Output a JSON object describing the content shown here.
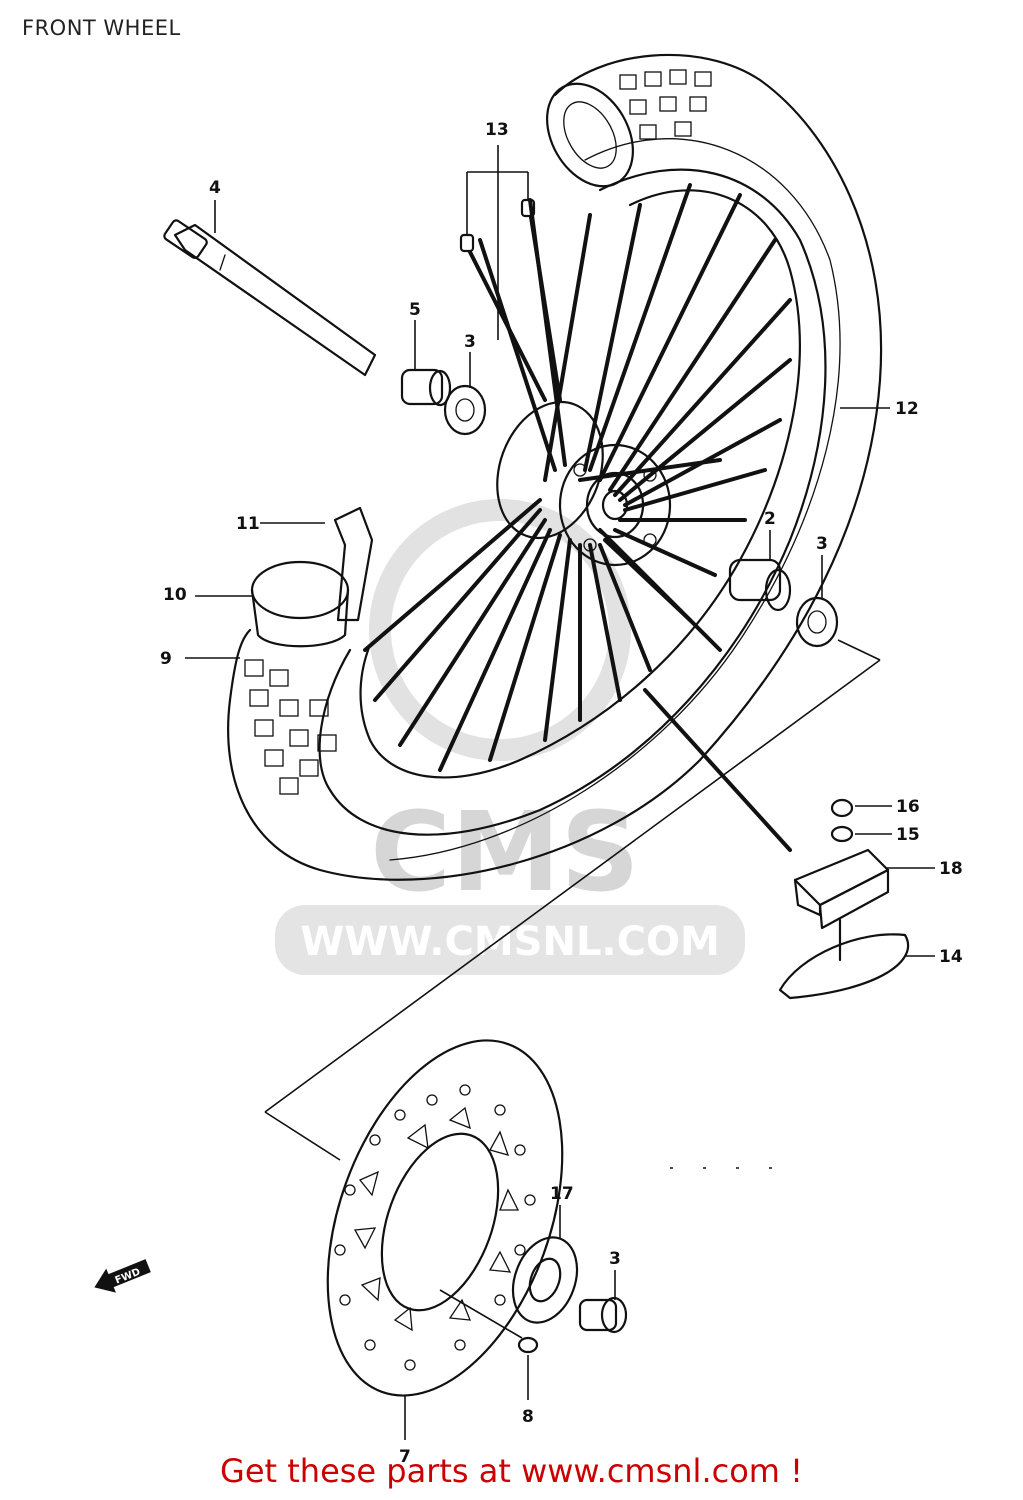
{
  "header": {
    "title": "FRONT WHEEL"
  },
  "watermark": {
    "text": "WWW.CMSNL.COM",
    "logo_text": "CMS"
  },
  "footer": {
    "text": "Get these parts at www.cmsnl.com !"
  },
  "callouts": [
    "2",
    "3",
    "3",
    "3",
    "4",
    "5",
    "7",
    "8",
    "9",
    "10",
    "11",
    "12",
    "13",
    "14",
    "15",
    "16",
    "17",
    "18"
  ],
  "direction_marker": {
    "text": "FWD"
  },
  "colors": {
    "link": "#cc0000",
    "line_art": "#111111",
    "watermark": "#d6d6d6"
  }
}
